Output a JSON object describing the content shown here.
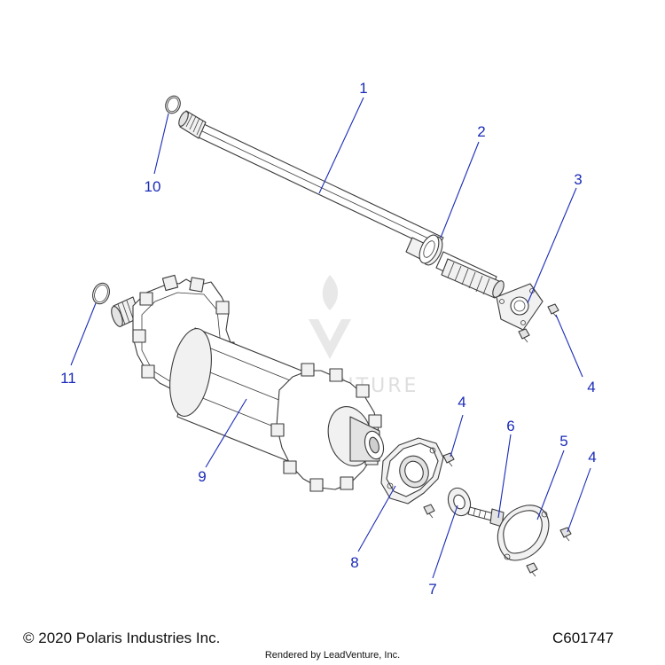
{
  "diagram": {
    "callouts": [
      "1",
      "2",
      "3",
      "4",
      "4",
      "4",
      "5",
      "6",
      "7",
      "8",
      "9",
      "10",
      "11"
    ]
  },
  "watermark": {
    "text": "LEADVENTURE"
  },
  "footer": {
    "copyright": "© 2020 Polaris Industries Inc.",
    "code": "C601747",
    "rendered_by": "Rendered by LeadVenture, Inc."
  }
}
